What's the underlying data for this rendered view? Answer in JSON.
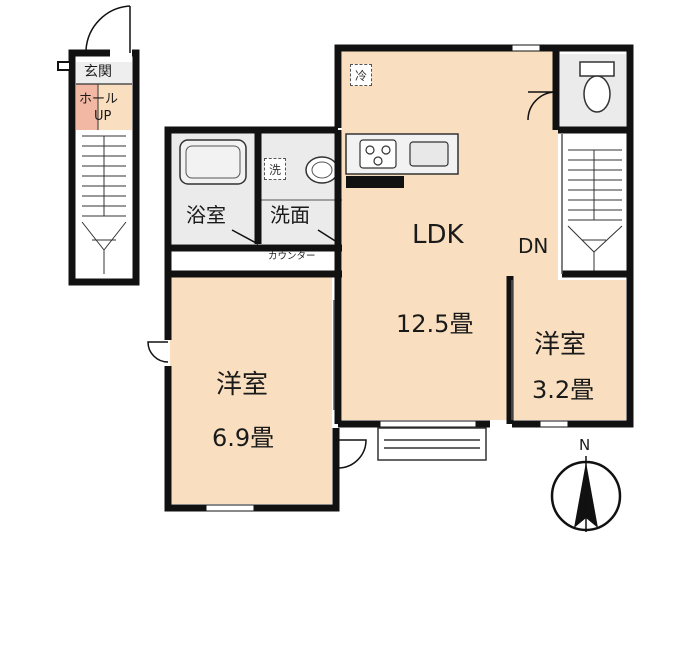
{
  "rooms": {
    "ldk": {
      "name": "LDK",
      "size": "12.5畳"
    },
    "western_large": {
      "name": "洋室",
      "size": "6.9畳"
    },
    "western_small": {
      "name": "洋室",
      "size": "3.2畳"
    },
    "bath": {
      "name": "浴室"
    },
    "washroom": {
      "name": "洗面"
    },
    "entrance": {
      "name": "玄関"
    },
    "hall": {
      "name": "ホール",
      "up": "UP"
    }
  },
  "fixtures": {
    "fridge": "冷",
    "washer": "洗",
    "counter": "カウンター"
  },
  "stairs_label": "DN",
  "compass": {
    "label": "N"
  },
  "colors": {
    "floor": "#f9dfc0",
    "wet": "#ebebeb",
    "wall": "#111111",
    "entrance": "#f3b8a4"
  }
}
